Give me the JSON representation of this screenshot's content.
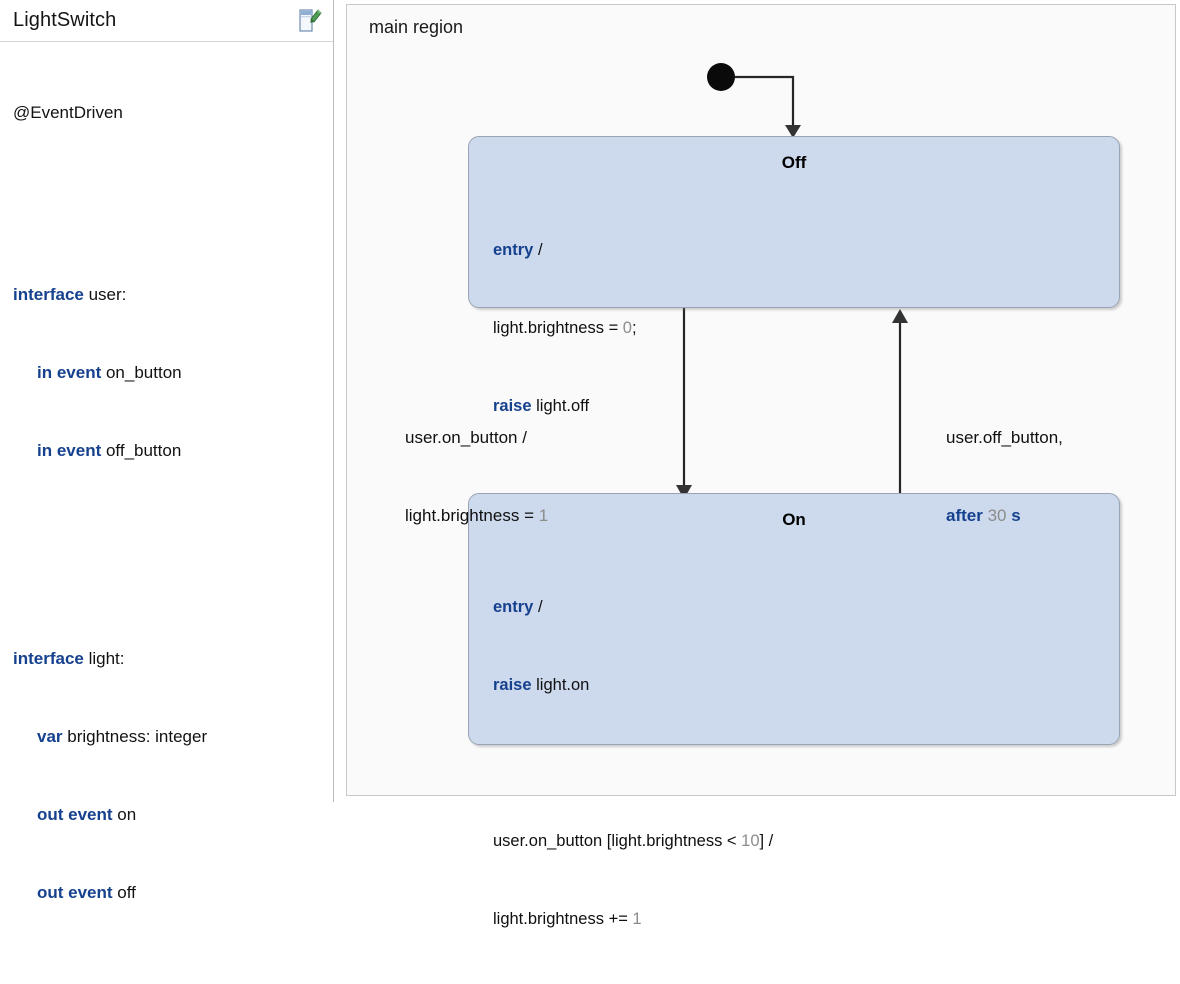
{
  "panel": {
    "title": "LightSwitch",
    "icon": "document-edit-icon",
    "annotation": "@EventDriven",
    "lines": [
      {
        "keyword": "interface",
        "text": " user:",
        "indent": false
      },
      {
        "keyword": "in event",
        "text": " on_button",
        "indent": true
      },
      {
        "keyword": "in event",
        "text": " off_button",
        "indent": true
      },
      {
        "keyword": "interface",
        "text": " light:",
        "indent": false
      },
      {
        "keyword": "var",
        "text": " brightness: integer",
        "indent": true
      },
      {
        "keyword": "out event",
        "text": " on",
        "indent": true
      },
      {
        "keyword": "out event",
        "text": " off",
        "indent": true
      }
    ],
    "interface_user_kw": "interface",
    "interface_user_name": " user:",
    "in_event_kw": "in event",
    "on_button_name": " on_button",
    "off_button_name": " off_button",
    "interface_light_kw": "interface",
    "interface_light_name": " light:",
    "var_kw": "var",
    "brightness_decl": " brightness: integer",
    "out_event_kw": "out event",
    "on_name": " on",
    "off_name": " off"
  },
  "diagram": {
    "region_label": "main region",
    "initial_node": "initial-state-node",
    "states": [
      {
        "name": "Off",
        "entry_kw": "entry",
        "entry_slash": " /",
        "assign_lhs": "light.brightness = ",
        "assign_value": "0",
        "assign_tail": ";",
        "raise_kw": "raise",
        "raise_event": " light.off"
      },
      {
        "name": "On",
        "entry_kw": "entry",
        "entry_slash": " /",
        "raise_kw": "raise",
        "raise_event": " light.on",
        "local_reaction_lhs": "user.on_button [light.brightness < ",
        "local_reaction_value": "10",
        "local_reaction_mid": "] /",
        "local_reaction_assign": "light.brightness += ",
        "local_reaction_amount": "1"
      }
    ],
    "transitions": [
      {
        "id": "off-to-on",
        "trigger": "user.on_button /",
        "effect_lhs": "light.brightness = ",
        "effect_value": "1"
      },
      {
        "id": "on-to-off",
        "trigger": "user.off_button,",
        "after_kw": "after",
        "after_value": " 30 ",
        "after_unit": "s"
      }
    ]
  },
  "colors": {
    "state_fill": "#cdd9ed",
    "state_border": "#9aa4b4",
    "keyword": "#16418e",
    "number": "#8c8c8c",
    "canvas_bg": "#fafafa",
    "connector": "#262626"
  }
}
